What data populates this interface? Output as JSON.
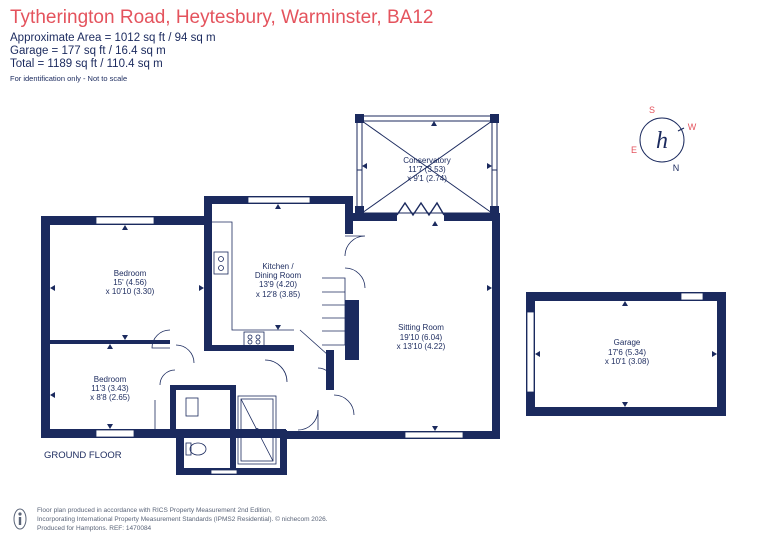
{
  "header": {
    "title": "Tytherington Road, Heytesbury, Warminster, BA12",
    "approx_area": "Approximate Area = 1012 sq ft / 94 sq m",
    "garage_area": "Garage = 177 sq ft / 16.4 sq m",
    "total_area": "Total = 1189 sq ft / 110.4 sq m",
    "disclaimer": "For identification only - Not to scale"
  },
  "rooms": {
    "conservatory": {
      "name": "Conservatory",
      "dim1": "11'7 (3.53)",
      "dim2": "x 9'1 (2.74)"
    },
    "kitchen": {
      "name1": "Kitchen /",
      "name2": "Dining Room",
      "dim1": "13'9 (4.20)",
      "dim2": "x 12'8 (3.85)"
    },
    "bedroom1": {
      "name": "Bedroom",
      "dim1": "15' (4.56)",
      "dim2": "x 10'10 (3.30)"
    },
    "sitting": {
      "name": "Sitting Room",
      "dim1": "19'10 (6.04)",
      "dim2": "x 13'10 (4.22)"
    },
    "bedroom2": {
      "name": "Bedroom",
      "dim1": "11'3 (3.43)",
      "dim2": "x 8'8 (2.65)"
    },
    "garage": {
      "name": "Garage",
      "dim1": "17'6 (5.34)",
      "dim2": "x 10'1 (3.08)"
    }
  },
  "floor_label": "GROUND FLOOR",
  "compass": {
    "n": "N",
    "e": "E",
    "s": "S",
    "w": "W",
    "logo_letter": "h"
  },
  "footer": {
    "line1": "Floor plan produced in accordance with RICS Property Measurement 2nd Edition,",
    "line2": "Incorporating International Property Measurement Standards (IPMS2 Residential).  © nichecom 2026.",
    "line3": "Produced for Hamptons.   REF: 1470084"
  },
  "colors": {
    "wall": "#1b2a5e",
    "title": "#e4535d"
  }
}
